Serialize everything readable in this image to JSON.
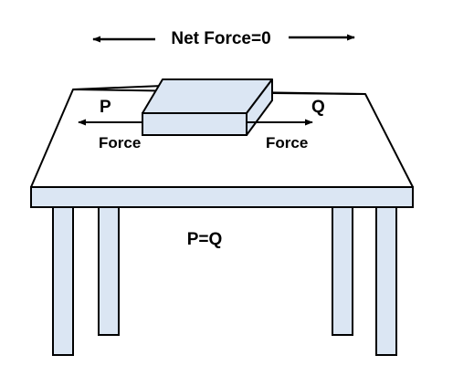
{
  "labels": {
    "net_force": "Net Force=0",
    "p": "P",
    "q": "Q",
    "force_left": "Force",
    "force_right": "Force",
    "equation": "P=Q"
  },
  "colors": {
    "fill": "#dbe6f3",
    "stroke": "#000000",
    "background": "#ffffff"
  }
}
